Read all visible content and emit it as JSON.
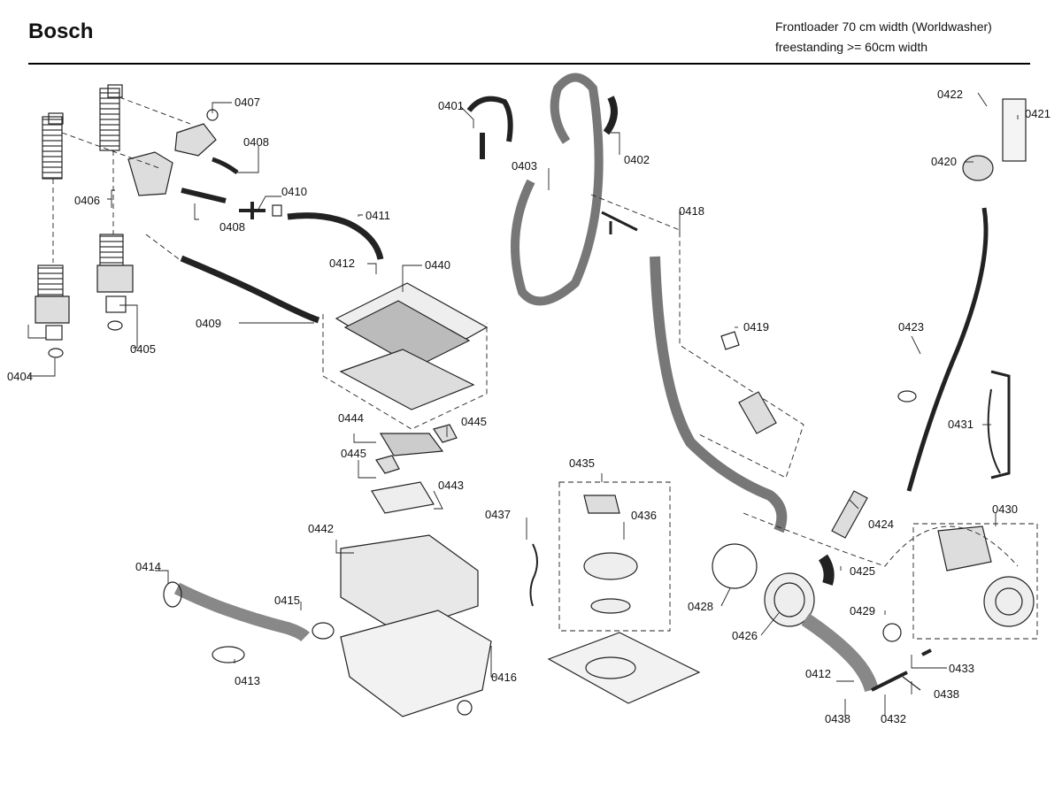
{
  "header": {
    "brand": "Bosch",
    "description_line1": "Frontloader 70 cm width (Worldwasher)",
    "description_line2": "freestanding >= 60cm width"
  },
  "callouts": [
    {
      "id": "0407",
      "text": "0407"
    },
    {
      "id": "0408a",
      "text": "0408"
    },
    {
      "id": "0410",
      "text": "0410"
    },
    {
      "id": "0406",
      "text": "0406"
    },
    {
      "id": "0408b",
      "text": "0408"
    },
    {
      "id": "0411",
      "text": "0411"
    },
    {
      "id": "0412a",
      "text": "0412"
    },
    {
      "id": "0440",
      "text": "0440"
    },
    {
      "id": "0409",
      "text": "0409"
    },
    {
      "id": "0405",
      "text": "0405"
    },
    {
      "id": "0404",
      "text": "0404"
    },
    {
      "id": "0401",
      "text": "0401"
    },
    {
      "id": "0402",
      "text": "0402"
    },
    {
      "id": "0403",
      "text": "0403"
    },
    {
      "id": "0418",
      "text": "0418"
    },
    {
      "id": "0419",
      "text": "0419"
    },
    {
      "id": "0422",
      "text": "0422"
    },
    {
      "id": "0421",
      "text": "0421"
    },
    {
      "id": "0420",
      "text": "0420"
    },
    {
      "id": "0423",
      "text": "0423"
    },
    {
      "id": "0431",
      "text": "0431"
    },
    {
      "id": "0444",
      "text": "0444"
    },
    {
      "id": "0445a",
      "text": "0445"
    },
    {
      "id": "0445b",
      "text": "0445"
    },
    {
      "id": "0443",
      "text": "0443"
    },
    {
      "id": "0442",
      "text": "0442"
    },
    {
      "id": "0435",
      "text": "0435"
    },
    {
      "id": "0436",
      "text": "0436"
    },
    {
      "id": "0437",
      "text": "0437"
    },
    {
      "id": "0424",
      "text": "0424"
    },
    {
      "id": "0430",
      "text": "0430"
    },
    {
      "id": "0425",
      "text": "0425"
    },
    {
      "id": "0414",
      "text": "0414"
    },
    {
      "id": "0415",
      "text": "0415"
    },
    {
      "id": "0413",
      "text": "0413"
    },
    {
      "id": "0416",
      "text": "0416"
    },
    {
      "id": "0428",
      "text": "0428"
    },
    {
      "id": "0426",
      "text": "0426"
    },
    {
      "id": "0429",
      "text": "0429"
    },
    {
      "id": "0433",
      "text": "0433"
    },
    {
      "id": "0412b",
      "text": "0412"
    },
    {
      "id": "0438a",
      "text": "0438"
    },
    {
      "id": "0438b",
      "text": "0438"
    },
    {
      "id": "0432",
      "text": "0432"
    }
  ]
}
